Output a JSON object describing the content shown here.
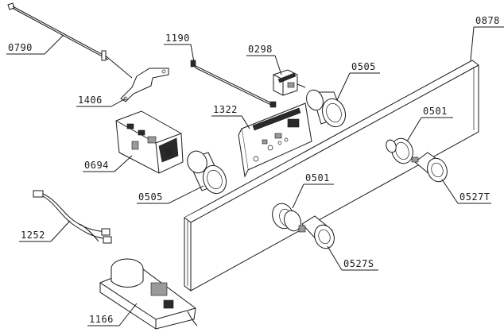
{
  "labels": {
    "p0790": "0790",
    "p1406": "1406",
    "p1190": "1190",
    "p0298": "0298",
    "p0505a": "0505",
    "p0878": "0878",
    "p1322": "1322",
    "p0501a": "0501",
    "p0694": "0694",
    "p0505b": "0505",
    "p0527T": "0527T",
    "p0501b": "0501",
    "p1252": "1252",
    "p0527S": "0527S",
    "p1166": "1166"
  }
}
